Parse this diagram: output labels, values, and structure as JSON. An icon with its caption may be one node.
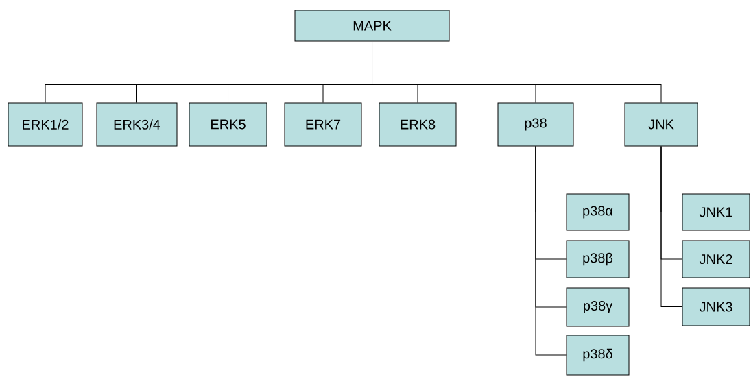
{
  "diagram": {
    "nodes": [
      {
        "text": [
          "MAPK"
        ]
      },
      {
        "text": [
          "ERK1/2"
        ]
      },
      {
        "text": [
          "ERK3/4"
        ]
      },
      {
        "text": [
          "ERK5"
        ]
      },
      {
        "text": [
          "ERK7"
        ]
      },
      {
        "text": [
          "ERK8"
        ]
      },
      {
        "text": [
          "p38"
        ]
      },
      {
        "text": [
          "JNK"
        ]
      },
      {
        "text": [
          "p38α"
        ]
      },
      {
        "text": [
          "p38β"
        ]
      },
      {
        "text": [
          "p38γ"
        ]
      },
      {
        "text": [
          "p38δ"
        ]
      },
      {
        "text": [
          "JNK1"
        ]
      },
      {
        "text": [
          "JNK2"
        ]
      },
      {
        "text": [
          "JNK3"
        ]
      }
    ],
    "edges": [
      {
        "from": 0,
        "to": 1,
        "arrow": "none"
      },
      {
        "from": 0,
        "to": 2,
        "arrow": "none"
      },
      {
        "from": 0,
        "to": 3,
        "arrow": "none"
      },
      {
        "from": 0,
        "to": 4,
        "arrow": "none"
      },
      {
        "from": 0,
        "to": 5,
        "arrow": "none"
      },
      {
        "from": 0,
        "to": 6,
        "arrow": "none"
      },
      {
        "from": 0,
        "to": 7,
        "arrow": "none"
      },
      {
        "from": 6,
        "to": 8,
        "arrow": "none"
      },
      {
        "from": 6,
        "to": 9,
        "arrow": "none"
      },
      {
        "from": 6,
        "to": 10,
        "arrow": "none"
      },
      {
        "from": 6,
        "to": 11,
        "arrow": "none"
      },
      {
        "from": 7,
        "to": 12,
        "arrow": "none"
      },
      {
        "from": 7,
        "to": 13,
        "arrow": "none"
      },
      {
        "from": 7,
        "to": 14,
        "arrow": "none"
      }
    ]
  }
}
